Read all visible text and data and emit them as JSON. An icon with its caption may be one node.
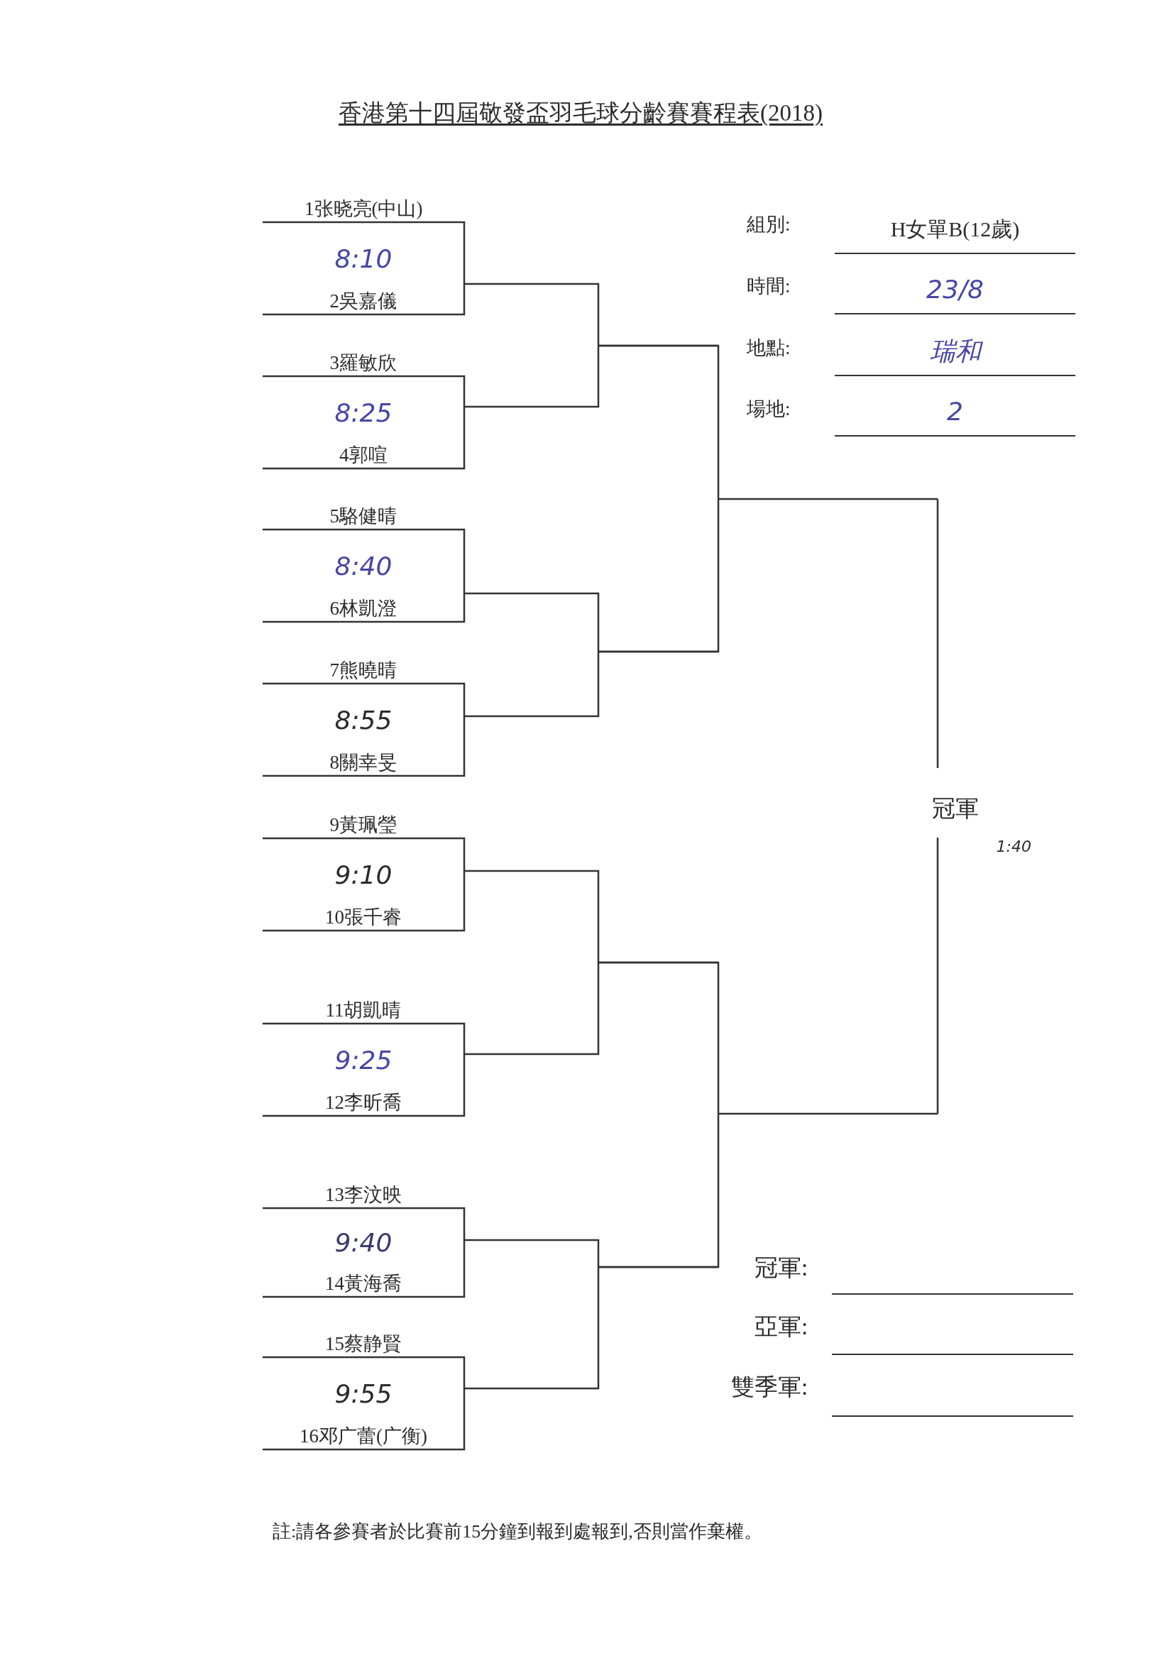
{
  "diagram": {
    "title": "香港第十四屆敬發盃羽毛球分齡賽賽程表(2018)",
    "labels": [
      "1张晓亮(中山)",
      "8:10",
      "2吳嘉儀",
      "3羅敏欣",
      "8:25",
      "4郭喧",
      "5駱健晴",
      "8:40",
      "6林凱澄",
      "7熊曉晴",
      "8:55",
      "8關幸旻",
      "9黃珮瑩",
      "9:10",
      "10張千睿",
      "11胡凱晴",
      "9:25",
      "12李昕喬",
      "13李汶映",
      "9:40",
      "14黃海喬",
      "15蔡静賢",
      "9:55",
      "16邓广蕾(广衡)",
      "組別:",
      "H女單B(12歲)",
      "時間:",
      "23/8",
      "地點:",
      "瑞和",
      "場地:",
      "2",
      "冠軍",
      "1:40",
      "冠軍:",
      "亞軍:",
      "雙季軍:",
      "註:請各參賽者於比賽前15分鐘到報到處報到,否則當作棄權。"
    ]
  }
}
